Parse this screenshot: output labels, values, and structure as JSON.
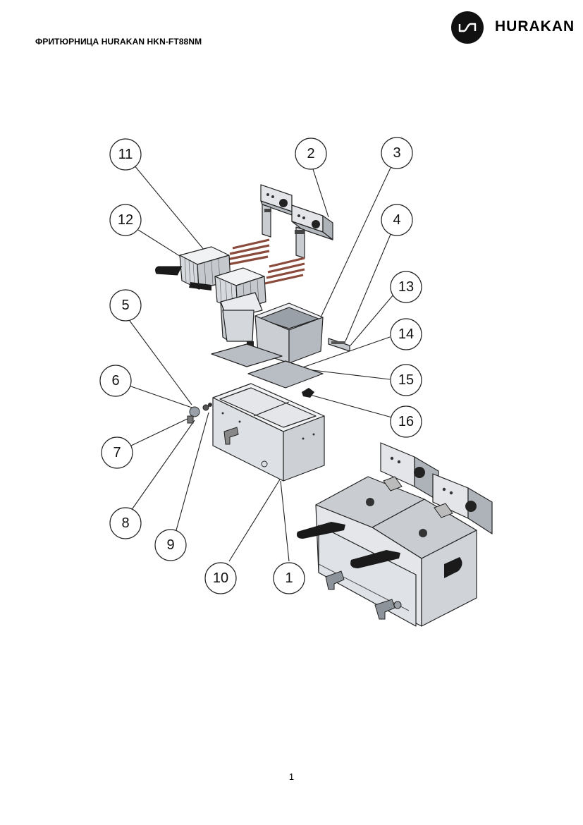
{
  "document": {
    "title": "ФРИТЮРНИЦА HURAKAN HKN-FT88NM",
    "brand": "HURAKAN",
    "page_number": "1"
  },
  "callouts": [
    "11",
    "2",
    "3",
    "12",
    "4",
    "13",
    "5",
    "14",
    "6",
    "15",
    "16",
    "7",
    "8",
    "9",
    "10",
    "1"
  ],
  "colors": {
    "steel_light": "#e6e8eb",
    "steel_mid": "#c9ccd1",
    "steel_dark": "#9aa0a7",
    "handle_black": "#1a1a1a",
    "heater_brown": "#8a4a3c"
  }
}
